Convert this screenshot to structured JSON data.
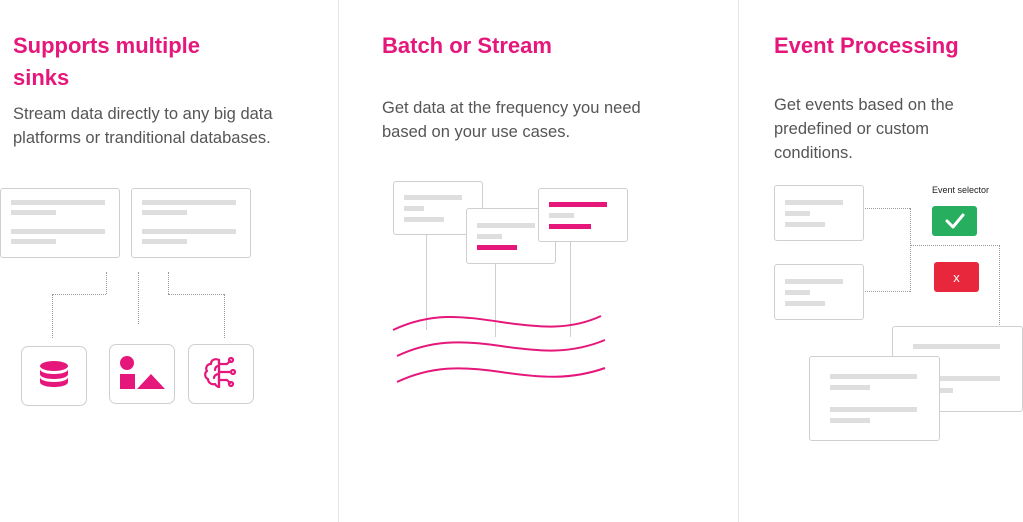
{
  "colors": {
    "accent": "#e5177b",
    "success": "#27ae5f",
    "danger": "#e8273c"
  },
  "features": [
    {
      "title": "Supports multiple sinks",
      "description": "Stream data directly to any big data platforms or tranditional databases.",
      "icons": [
        "database-icon",
        "shapes-icon",
        "ai-brain-icon"
      ]
    },
    {
      "title": "Batch or Stream",
      "description": "Get data at the frequency you need based on your use cases."
    },
    {
      "title": "Event Processing",
      "description": "Get events based on the predefined or custom conditions.",
      "selector_label": "Event selector",
      "accept_icon": "check-icon",
      "reject_label": "x"
    }
  ]
}
